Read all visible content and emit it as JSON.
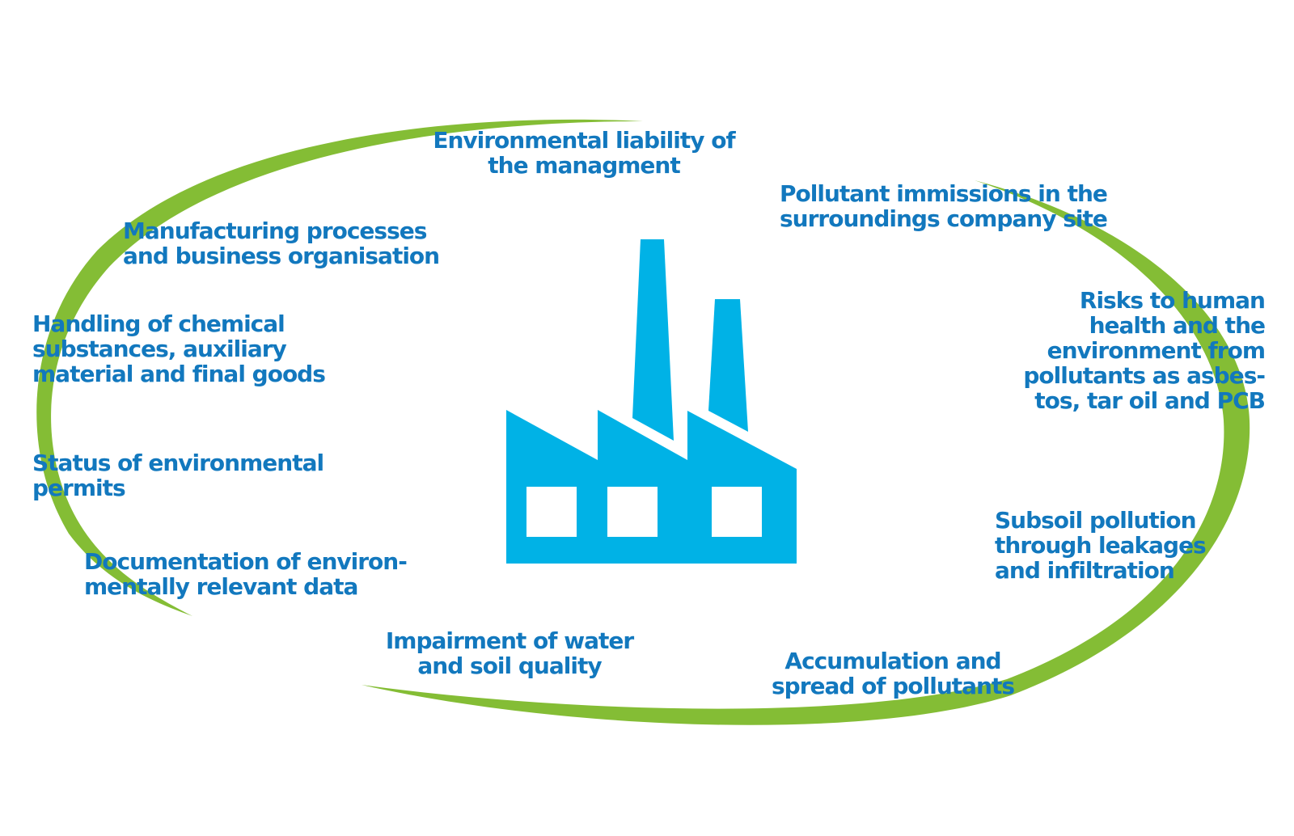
{
  "colors": {
    "label_text": "#1278be",
    "cycle_arrow": "#84bd35",
    "factory_icon": "#00b2e6",
    "background": "#ffffff"
  },
  "icons": {
    "center": "factory-icon"
  },
  "labels": {
    "liability": [
      "Environmental liability of",
      "the managment"
    ],
    "immissions": [
      "Pollutant immissions in the",
      "surroundings company site"
    ],
    "risks": [
      "Risks to human",
      "health and the",
      "environment from",
      "pollutants as asbes-",
      "tos, tar oil and PCB"
    ],
    "subsoil": [
      "Subsoil pollution",
      "through leakages",
      "and infiltration"
    ],
    "accumulation": [
      "Accumulation and",
      "spread of pollutants"
    ],
    "impairment": [
      "Impairment of water",
      "and soil quality"
    ],
    "documentation": [
      "Documentation of environ-",
      "mentally relevant data"
    ],
    "permits": [
      "Status of environmental",
      "permits"
    ],
    "handling": [
      "Handling of chemical",
      "substances, auxiliary",
      "material and final goods"
    ],
    "manufacturing": [
      "Manufacturing processes",
      "and business organisation"
    ]
  }
}
